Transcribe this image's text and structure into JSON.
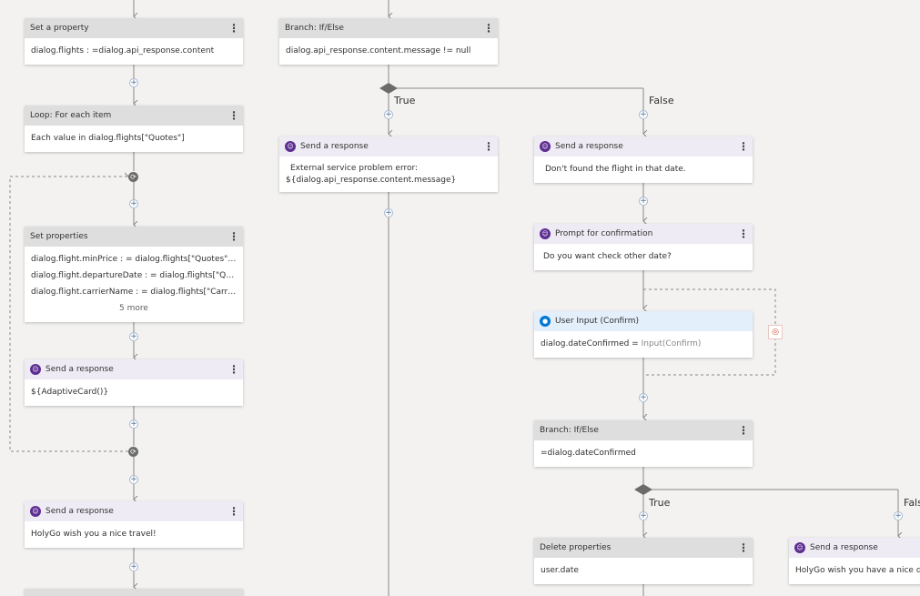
{
  "nodes": {
    "set_property": {
      "title": "Set a property",
      "body": "dialog.flights : =dialog.api_response.content"
    },
    "loop": {
      "title": "Loop: For each item",
      "body": "Each value in dialog.flights[\"Quotes\"]"
    },
    "set_properties": {
      "title": "Set properties",
      "rows": [
        "dialog.flight.minPrice : = dialog.flights[\"Quotes\"][dia...",
        "dialog.flight.departureDate : = dialog.flights[\"Quote...",
        "dialog.flight.carrierName : = dialog.flights[\"Carriers\"..."
      ],
      "more": "5 more"
    },
    "send_adaptive": {
      "title": "Send a response",
      "body": "${AdaptiveCard()}"
    },
    "send_holygo": {
      "title": "Send a response",
      "body": "HolyGo wish you a nice travel!"
    },
    "branch1": {
      "title": "Branch: If/Else",
      "body": "dialog.api_response.content.message != null"
    },
    "send_error": {
      "title": "Send a response",
      "body_line1": "External service problem error:",
      "body_line2": "${dialog.api_response.content.message}"
    },
    "send_notfound": {
      "title": "Send a response",
      "body": "Don't found the flight in that date."
    },
    "prompt_confirm": {
      "title": "Prompt for confirmation",
      "body": "Do you want check other date?"
    },
    "user_input": {
      "title": "User Input (Confirm)",
      "body_main": "dialog.dateConfirmed = ",
      "body_sub": "Input(Confirm)"
    },
    "branch2": {
      "title": "Branch: If/Else",
      "body": "=dialog.dateConfirmed"
    },
    "delete_props": {
      "title": "Delete properties",
      "body": "user.date"
    },
    "send_nice_day": {
      "title": "Send a response",
      "body": "HolyGo wish you have a nice day"
    }
  },
  "branch_labels": {
    "true1": "True",
    "false1": "False",
    "true2": "True",
    "false2": "False"
  },
  "icons": {
    "menu": "⋮",
    "plus": "+",
    "bot": "bot-icon",
    "user": "user-icon",
    "loop": "loop-icon",
    "error": "error-icon"
  },
  "colors": {
    "canvas": "#f3f2f1",
    "header_gray": "#dedede",
    "header_purple": "#efebf4",
    "header_blue": "#e3effb",
    "bot": "#5c2e91",
    "user": "#0078d4",
    "wire": "#8a8886"
  }
}
